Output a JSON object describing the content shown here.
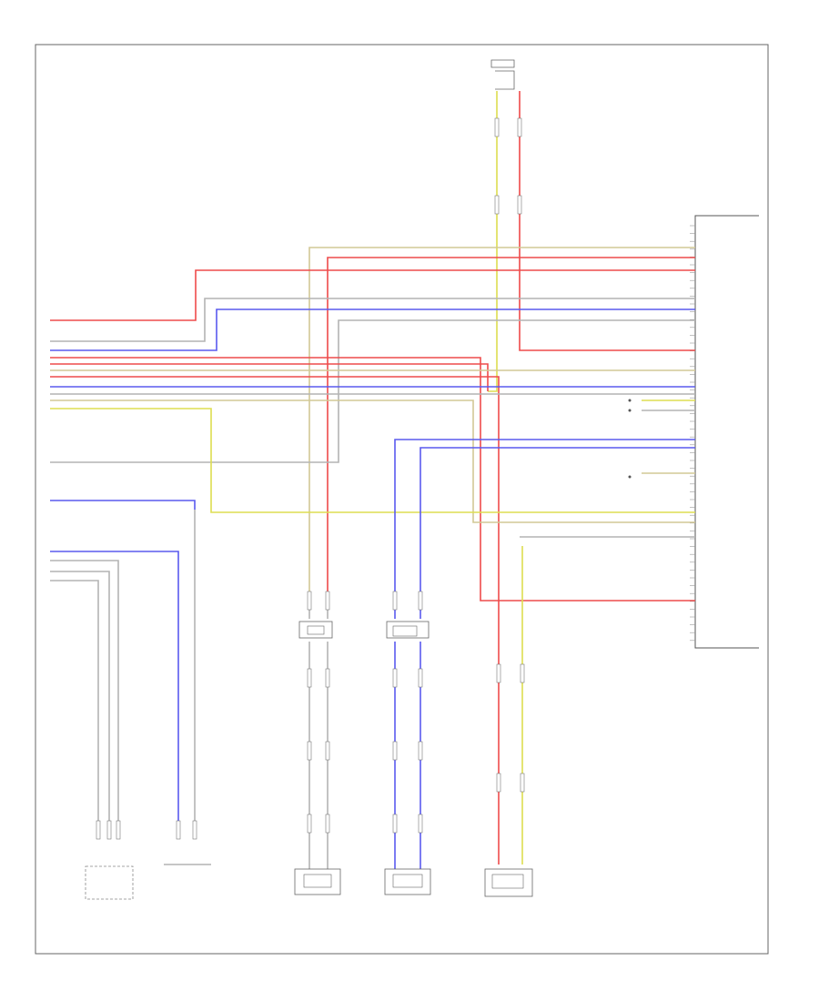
{
  "diagram": {
    "title": "",
    "frame_label": "",
    "module_label": "",
    "components": [
      {
        "id": "electronic-parking-brake-switch",
        "label": ""
      },
      {
        "id": "transmission-connector",
        "label": ""
      },
      {
        "id": "left-rear-speaker",
        "label": ""
      },
      {
        "id": "right-rear-speaker",
        "label": ""
      },
      {
        "id": "antenna-amplifier-bottom",
        "label": ""
      },
      {
        "id": "antenna-amplifier-top",
        "label": ""
      },
      {
        "id": "left-rear-crossover",
        "label": ""
      },
      {
        "id": "right-rear-crossover",
        "label": ""
      }
    ],
    "wire_colors": {
      "red": "#ee4b4b",
      "blue": "#5a5aee",
      "yellow": "#dede50",
      "gray": "#b4b4b4",
      "tan": "#d2c896",
      "black": "#555555"
    }
  }
}
